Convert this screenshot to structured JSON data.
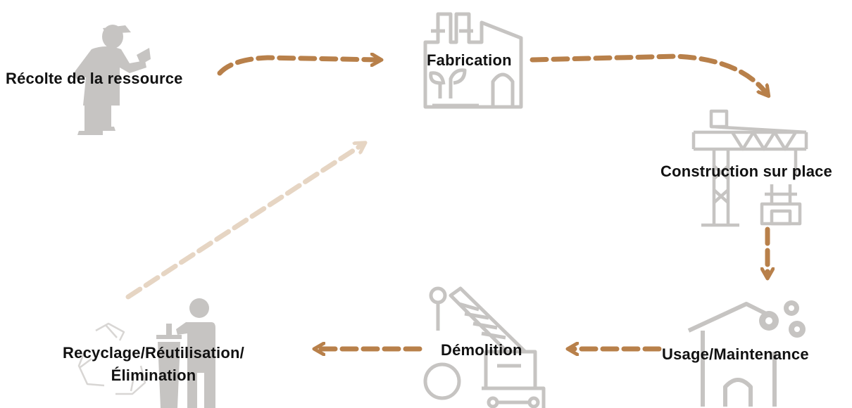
{
  "colors": {
    "arrow": "#B8804A",
    "arrow_faded": "#E6D5C3",
    "icon": "#C6C4C2",
    "text": "#111111"
  },
  "stages": {
    "harvest": {
      "label": "Récolte de la ressource",
      "icon": "farmer-icon"
    },
    "manufacturing": {
      "label": "Fabrication",
      "icon": "factory-icon"
    },
    "construction": {
      "label": "Construction sur place",
      "icon": "crane-icon"
    },
    "usage": {
      "label": "Usage/Maintenance",
      "icon": "house-gears-icon"
    },
    "demolition": {
      "label": "Démolition",
      "icon": "wrecking-crane-icon"
    },
    "recycling": {
      "label_line1": "Recyclage/Réutilisation/",
      "label_line2": "Élimination",
      "icon": "recycle-bin-icon"
    }
  }
}
